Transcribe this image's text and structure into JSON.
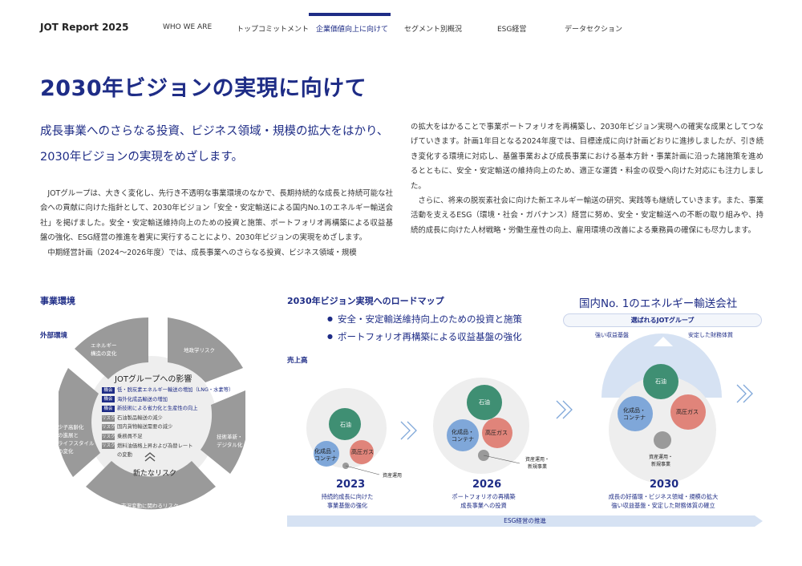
{
  "header": {
    "brand": "JOT Report 2025",
    "nav": [
      {
        "label": "WHO WE ARE"
      },
      {
        "label": "トップコミットメント"
      },
      {
        "label": "企業価値向上に向けて"
      },
      {
        "label": "セグメント別概況"
      },
      {
        "label": "ESG経営"
      },
      {
        "label": "データセクション"
      }
    ],
    "active_index": 2
  },
  "title": "2030年ビジョンの実現に向けて",
  "lead": [
    "成長事業へのさらなる投資、ビジネス領域・規模の拡大をはかり、",
    "2030年ビジョンの実現をめざします。"
  ],
  "body_left": [
    "JOTグループは、大きく変化し、先行き不透明な事業環境のなかで、長期持続的な成長と持続可能な社会への貢献に向けた指針として、2030年ビジョン「安全・安定輸送による国内No.1のエネルギー輸送会社」を掲げました。安全・安定輸送維持向上のための投資と施策、ポートフォリオ再構築による収益基盤の強化、ESG経営の推進を着実に実行することにより、2030年ビジョンの実現をめざします。",
    "中期経営計画（2024〜2026年度）では、成長事業へのさらなる投資、ビジネス領域・規模"
  ],
  "body_right": [
    "の拡大をはかることで事業ポートフォリオを再構築し、2030年ビジョン実現への確実な成果としてつなげていきます。計画1年目となる2024年度では、目標達成に向け計画どおりに進捗しましたが、引き続き変化する環境に対応し、基盤事業および成長事業における基本方針・事業計画に沿った諸施策を進めるとともに、安全・安定輸送の維持向上のため、適正な運賃・料金の収受へ向けた対応にも注力しました。",
    "さらに、将来の脱炭素社会に向けた新エネルギー輸送の研究、実践等も継続していきます。また、事業活動を支えるESG（環境・社会・ガバナンス）経営に努め、安全・安定輸送への不断の取り組みや、持続的成長に向けた人材戦略・労働生産性の向上、雇用環境の改善による乗務員の確保にも尽力します。"
  ],
  "environment": {
    "heading": "事業環境",
    "external_label": "外部環境",
    "segments": [
      {
        "label": "エネルギー\n構造の変化"
      },
      {
        "label": "地政学リスク"
      },
      {
        "label": "技術革新・\nデジタル化"
      },
      {
        "label": "市況変動に関わるリスク"
      },
      {
        "label": "少子高齢化\nの進展と\nライフスタイル\nの変化"
      }
    ],
    "impact_title": "JOTグループへの影響",
    "impacts": [
      {
        "tag": "機会",
        "kind": "opp",
        "text": "低・脱炭素エネルギー輸送の増加（LNG・水素等）"
      },
      {
        "tag": "機会",
        "kind": "opp",
        "text": "海外化成品輸送の増加"
      },
      {
        "tag": "機会",
        "kind": "opp",
        "text": "新技術による省力化と生産性の向上"
      },
      {
        "tag": "リスク",
        "kind": "risk",
        "text": "石油製品輸送の減少"
      },
      {
        "tag": "リスク",
        "kind": "risk",
        "text": "国内貨物輸送需要の減少"
      },
      {
        "tag": "リスク",
        "kind": "risk",
        "text": "乗務員不足"
      },
      {
        "tag": "リスク",
        "kind": "risk",
        "text": "燃料油価格上昇および為替レート"
      },
      {
        "tag": "",
        "kind": "risk",
        "text": "の変動"
      }
    ],
    "new_risk": "新たなリスク"
  },
  "roadmap": {
    "heading": "2030年ビジョン実現へのロードマップ",
    "bullets": [
      "安全・安定輸送維持向上のための投資と施策",
      "ポートフォリオ再構築による収益基盤の強化"
    ],
    "sales_label": "売上高",
    "goal_title": "国内No. 1のエネルギー輸送会社",
    "goal_pill": "選ばれるJOTグループ",
    "goal_left": "強い収益基盤",
    "goal_right": "安定した財務体質",
    "stages": [
      {
        "year": "2023",
        "desc": [
          "持続的成長に向けた",
          "事業基盤の強化"
        ],
        "bubbles": {
          "oil": "石油",
          "chem": "化成品・\nコンテナ",
          "gas": "高圧ガス",
          "asset": "資産運用"
        }
      },
      {
        "year": "2026",
        "desc": [
          "ポートフォリオの再構築",
          "成長事業への投資"
        ],
        "bubbles": {
          "oil": "石油",
          "chem": "化成品・\nコンテナ",
          "gas": "高圧ガス",
          "asset": "資産運用・\n新規事業"
        }
      },
      {
        "year": "2030",
        "desc": [
          "成長の好循環・ビジネス領域・規模の拡大",
          "強い収益基盤・安定した財務体質の確立"
        ],
        "bubbles": {
          "oil": "石油",
          "chem": "化成品・\nコンテナ",
          "gas": "高圧ガス",
          "asset": "資産運用・\n新規事業"
        }
      }
    ],
    "esg_bar": "ESG経営の推進"
  },
  "colors": {
    "navy": "#1e2c86",
    "oil": "#3f8f73",
    "chem": "#7fa7d9",
    "gas": "#e0847a",
    "asset": "#9a9a9a",
    "wheel_gray": "#999999",
    "light_blue": "#d6e2f3"
  }
}
